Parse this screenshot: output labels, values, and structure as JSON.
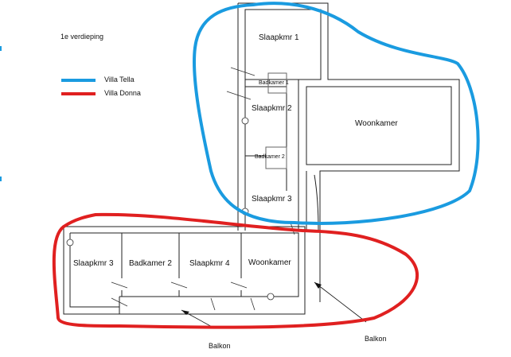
{
  "title": "1e verdieping",
  "legend": [
    {
      "label": "Villa Tella",
      "color": "#1a9be0"
    },
    {
      "label": "Villa Donna",
      "color": "#e02020"
    }
  ],
  "villa_tella_rooms": {
    "slaapkmr1": "Slaapkmr 1",
    "badkamer1": "Badkamer 1",
    "slaapkmr2": "Slaapkmr 2",
    "badkamer2": "Badkamer 2",
    "slaapkmr3": "Slaapkmr 3",
    "woonkamer": "Woonkamer"
  },
  "villa_donna_rooms": {
    "slaapkmr3": "Slaapkmr 3",
    "badkamer2": "Badkamer 2",
    "slaapkmr4": "Slaapkmr 4",
    "woonkamer": "Woonkamer"
  },
  "balkon_labels": [
    "Balkon",
    "Balkon"
  ]
}
